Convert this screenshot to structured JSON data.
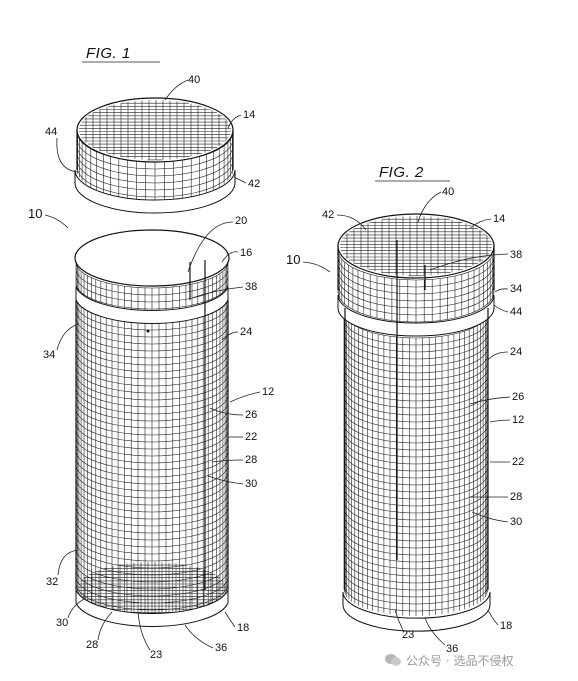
{
  "figures": [
    {
      "id": "fig1",
      "title": "FIG. 1"
    },
    {
      "id": "fig2",
      "title": "FIG. 2"
    }
  ],
  "fig1_refs": [
    "40",
    "14",
    "44",
    "42",
    "10",
    "20",
    "16",
    "38",
    "34",
    "24",
    "12",
    "26",
    "22",
    "28",
    "30",
    "32",
    "30",
    "28",
    "23",
    "36",
    "18"
  ],
  "fig2_refs": [
    "40",
    "42",
    "14",
    "38",
    "10",
    "34",
    "44",
    "24",
    "26",
    "12",
    "22",
    "28",
    "30",
    "18",
    "23",
    "36"
  ],
  "watermark": {
    "text": "公众号 · 选品不侵权",
    "icon": "wechat-icon"
  }
}
